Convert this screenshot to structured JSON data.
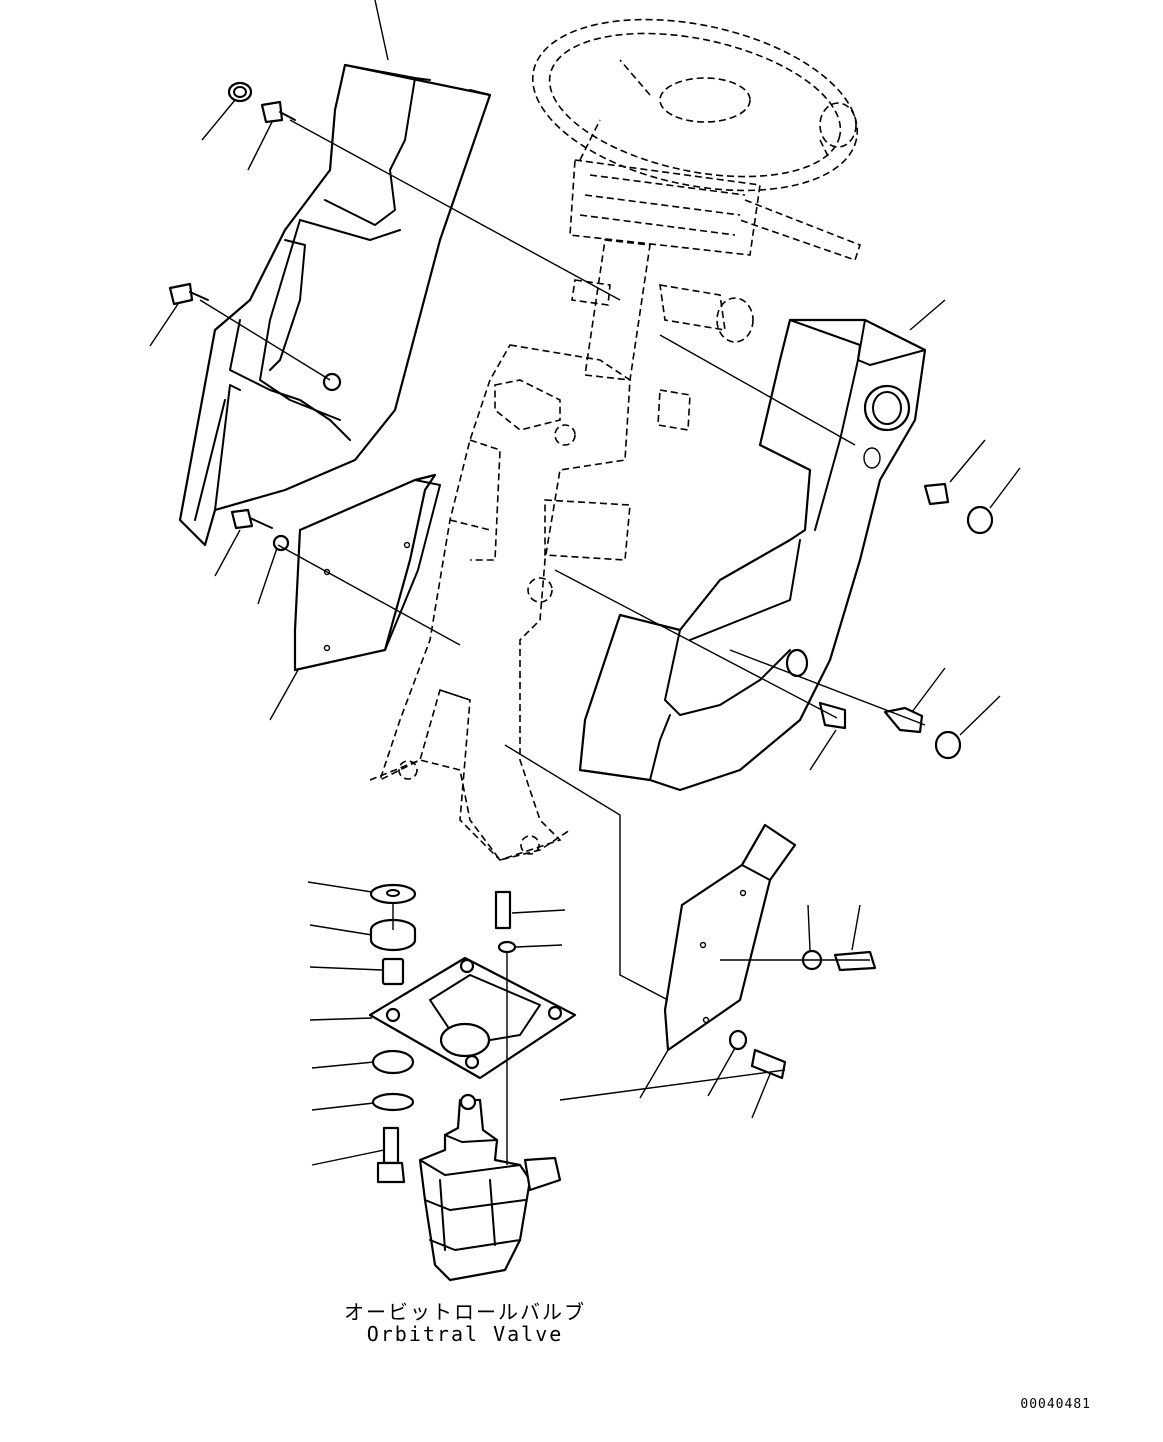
{
  "caption": {
    "japanese": "オービットロールバルブ",
    "english": "Orbitral Valve"
  },
  "drawing_number": "00040481",
  "parts": [
    {
      "name": "steering-wheel-icon"
    },
    {
      "name": "steering-column-icon"
    },
    {
      "name": "left-column-cover-icon"
    },
    {
      "name": "right-column-cover-icon"
    },
    {
      "name": "left-lower-plate-icon"
    },
    {
      "name": "right-lower-plate-icon"
    },
    {
      "name": "orbitrol-valve-icon"
    },
    {
      "name": "mounting-plate-icon"
    }
  ]
}
